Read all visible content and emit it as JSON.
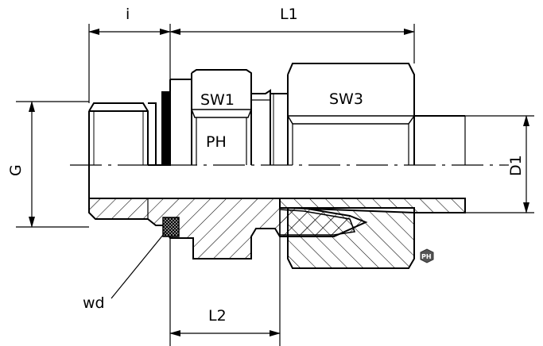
{
  "drawing": {
    "type": "technical-drawing",
    "subject": "straight male connector with sealing ring",
    "colors": {
      "line": "#000000",
      "background": "#ffffff",
      "logo_fill": "#555555"
    },
    "dimensions": {
      "i": "i",
      "L1": "L1",
      "L2": "L2",
      "G": "G",
      "D1": "D1"
    },
    "part_labels": {
      "sw1": "SW1",
      "sw3": "SW3",
      "ph": "PH",
      "wd": "wd"
    },
    "logo": {
      "text": "PH"
    }
  }
}
